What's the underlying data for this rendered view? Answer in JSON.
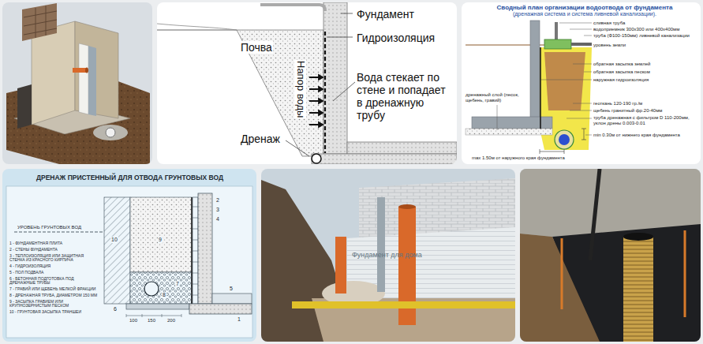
{
  "diagram": {
    "labels": [
      "Фундамент",
      "Гидроизоляция",
      "Почва",
      "Напор воды",
      "Вода стекает по стене и попадает в дренажную трубу",
      "Дренаж",
      "Сводный план организации водоотвода от фундамента",
      "(дренажная система и система ливневой канализации).",
      "сливная труба",
      "водоприемник 300x300 или 400х400мм",
      "труба (Ф100-150мм) ливневой канализации",
      "уровень земли",
      "обратная засыпка землей",
      "обратная засыпка песком",
      "наружная гидроизоляция",
      "дренажный слой (песок, щебень, гравий)",
      "геоткань 120-190 гр./м",
      "щебень гранитный фр.20-40мм",
      "труба дренажная с фильтром D 110-200мм, уклон дрены 0.003-0.01",
      "min 0.30м от нижнего края фундамента",
      "max 1.50м от наружного края фундамента",
      "ДРЕНАЖ ПРИСТЕННЫЙ ДЛЯ ОТВОДА ГРУНТОВЫХ ВОД",
      "УРОВЕНЬ ГРУНТОВЫХ ВОД",
      "1 - ФУНДАМЕНТНАЯ ПЛИТА",
      "2 - СТЕНЫ ФУНДАМЕНТА",
      "3 - ТЕПЛОИЗОЛЯЦИЯ ИЛИ ЗАЩИТНАЯ СТЕНКА ИЗ КРАСНОГО КИРПИЧА",
      "4 - ГИДРОИЗОЛЯЦИЯ",
      "5 - ПОЛ ПОДВАЛА",
      "6 - БЕТОННАЯ ПОДГОТОВКА ПОД ДРЕНАЖНЫЕ ТРУБЫ",
      "7 - ГРАВИЙ ИЛИ ЩЕБЕНЬ МЕЛКОЙ ФРАКЦИИ",
      "8 - ДРЕНАЖНАЯ ТРУБА, ДИАМЕТРОМ 150 ММ",
      "9 - ЗАСЫПКА ГРАВИЕМ ИЛИ КРУПНОЗЕРНИСТЫМ ПЕСКОМ",
      "10 - ГРУНТОВАЯ ЗАСЫПКА ТРАНШЕИ",
      "1",
      "2",
      "3",
      "4",
      "5",
      "6",
      "7",
      "8",
      "9",
      "10",
      "100",
      "150",
      "200",
      "Фундамент для дома"
    ]
  }
}
